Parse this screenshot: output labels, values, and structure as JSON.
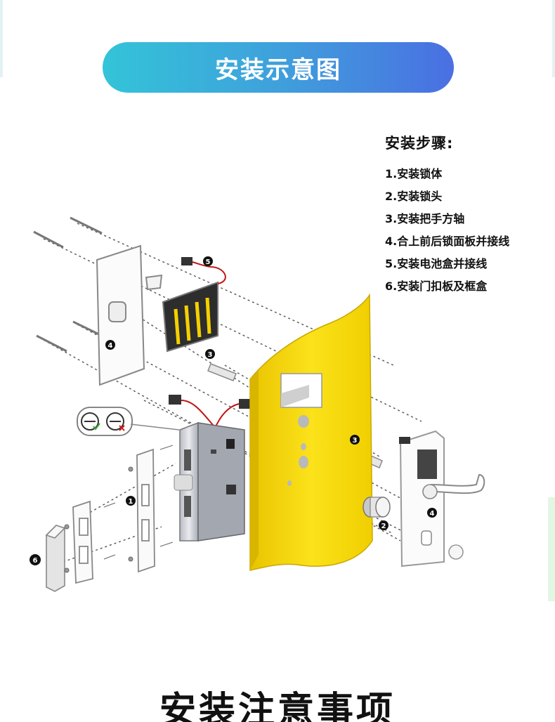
{
  "header": {
    "title": "安装示意图"
  },
  "steps": {
    "heading": "安装步骤:",
    "items": [
      "1.安装锁体",
      "2.安装锁头",
      "3.安装把手方轴",
      "4.合上前后锁面板并接线",
      "5.安装电池盒并接线",
      "6.安装门扣板及框盒"
    ]
  },
  "callouts": [
    "1",
    "2",
    "3",
    "4",
    "5",
    "6"
  ],
  "footer": {
    "heading": "安装注意事项"
  },
  "colors": {
    "pill_start": "#33c4d8",
    "pill_end": "#4a6fe2",
    "door": "#f5d700"
  }
}
